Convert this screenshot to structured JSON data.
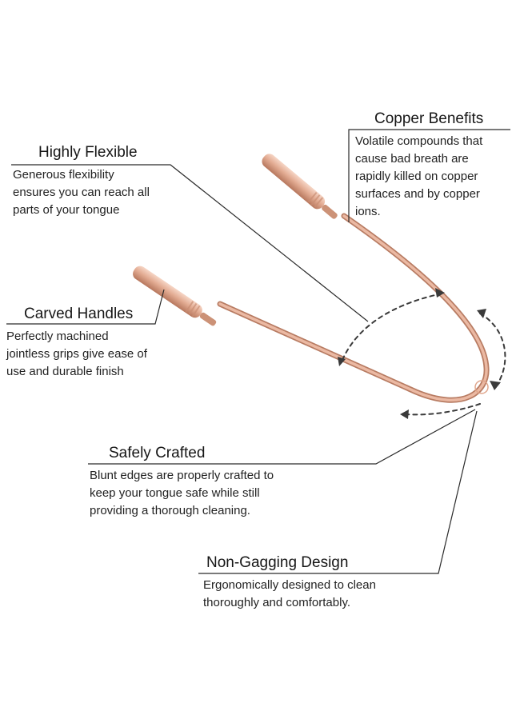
{
  "features": [
    {
      "id": "copper-benefits",
      "title": "Copper Benefits",
      "lines": [
        "Volatile compounds that",
        "cause bad breath are",
        "rapidly killed on copper",
        "surfaces and by copper",
        "ions."
      ]
    },
    {
      "id": "highly-flexible",
      "title": "Highly Flexible",
      "lines": [
        "Generous flexibility",
        "ensures you can reach all",
        "parts of your tongue"
      ]
    },
    {
      "id": "carved-handles",
      "title": "Carved Handles",
      "lines": [
        "Perfectly machined",
        "jointless grips give ease of",
        "use and durable finish"
      ]
    },
    {
      "id": "safely-crafted",
      "title": "Safely Crafted",
      "lines": [
        "Blunt edges are properly crafted to",
        "keep your tongue safe while still",
        "providing a thorough cleaning."
      ]
    },
    {
      "id": "non-gagging-design",
      "title": "Non-Gagging Design",
      "lines": [
        "Ergonomically designed to clean",
        "thoroughly and comfortably."
      ]
    }
  ],
  "colors": {
    "copper_light": "#f2c7b3",
    "copper_mid": "#e0a68c",
    "copper_dark": "#b97a62",
    "callout_line": "#2a2a2a",
    "arrow": "#3a3a3a"
  }
}
